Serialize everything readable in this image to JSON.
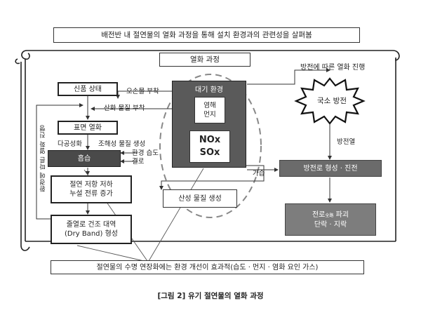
{
  "header": {
    "title": "배전반 내 절연물의 열화 과정을 통해 설치 환경과의 관련성을 살펴봄"
  },
  "scroll": {
    "title": "열화 과정"
  },
  "left_column": {
    "new_state": "신품 상태",
    "surface_degradation": "표면 열화",
    "moisture": "흡습",
    "insulation_drop_1": "절연 저항 저하",
    "insulation_drop_2": "누설 전류 증가",
    "dry_band_1": "줄열로 건조 대역",
    "dry_band_2": "(Dry Band) 형성"
  },
  "side_labels": {
    "attach_contaminant": "오손물 부착",
    "attach_acid": "산화 물질 부착",
    "porous": "다공성화",
    "deliquescent": "조해성 물질 생성",
    "env_humidity": "환경 습도",
    "condensation": "결로",
    "vertical_env": "환경에 따른 열화 진행",
    "humidification": "가습",
    "acid_generation": "산성 물질 생성"
  },
  "atmosphere": {
    "title": "대기 환경",
    "dust_1": "염해",
    "dust_2": "먼지",
    "gas_1": "NOx",
    "gas_2": "SOx"
  },
  "right_column": {
    "discharge_progress": "방전에 따른 열화 진행",
    "local_discharge": "국소 방전",
    "discharge_heat": "방전열",
    "track_formation": "방전로 형성 · 진전",
    "breakdown_1_a": "전로",
    "breakdown_1_small": "全路",
    "breakdown_1_b": " 파괴",
    "breakdown_2": "단락 · 지락"
  },
  "footer": {
    "conclusion": "절연물의 수명 연장화에는 환경 개선이 효과적(습도 · 먼지 · 염화 요인 가스)"
  },
  "caption": {
    "text": "[그림 2] 유기 절연물의 열화 과정"
  },
  "colors": {
    "dark_box": "#4a4a4a",
    "mid_box": "#7a7a7a",
    "atmo_bg": "#5a5a5a"
  }
}
